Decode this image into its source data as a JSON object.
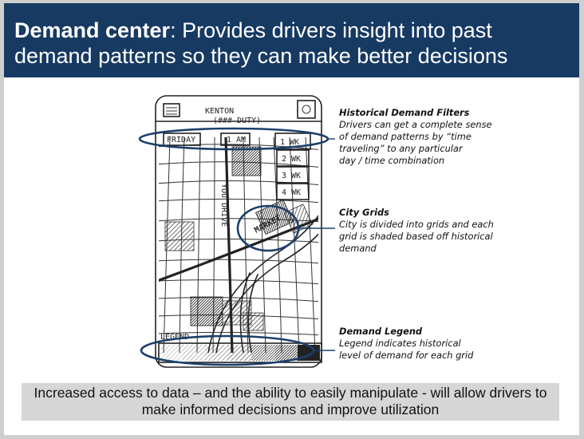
{
  "header": {
    "title_bold": "Demand center",
    "title_rest": ": Provides drivers insight into past demand patterns so they can make better decisions"
  },
  "sketch": {
    "city_name": "KENTON",
    "city_sub": "(### DUTY)",
    "filter_day": "FRIDAY",
    "filter_time": "1 AM",
    "week_options": [
      "1 WK",
      "2 WK",
      "3 WK",
      "4 WK"
    ],
    "street_label": "YOU DRIVE",
    "area_label": "MARKET",
    "legend_label": "LEGEND"
  },
  "annotations": {
    "filters": {
      "heading": "Historical Demand Filters",
      "body": "Drivers can get a complete sense\nof demand patterns by “time\ntraveling” to any particular\nday / time combination"
    },
    "grids": {
      "heading": "City Grids",
      "body": "City is divided into grids and each\ngrid is shaded based off historical\ndemand"
    },
    "legend": {
      "heading": "Demand Legend",
      "body": "Legend indicates historical\nlevel of demand for each grid"
    }
  },
  "footer": {
    "text": "Increased access to data – and the ability to easily manipulate - will allow drivers to make informed decisions and improve utilization"
  },
  "colors": {
    "header_bg": "#173a63",
    "ring": "#1c3f6b",
    "footer_bg": "#d6d6d6"
  }
}
